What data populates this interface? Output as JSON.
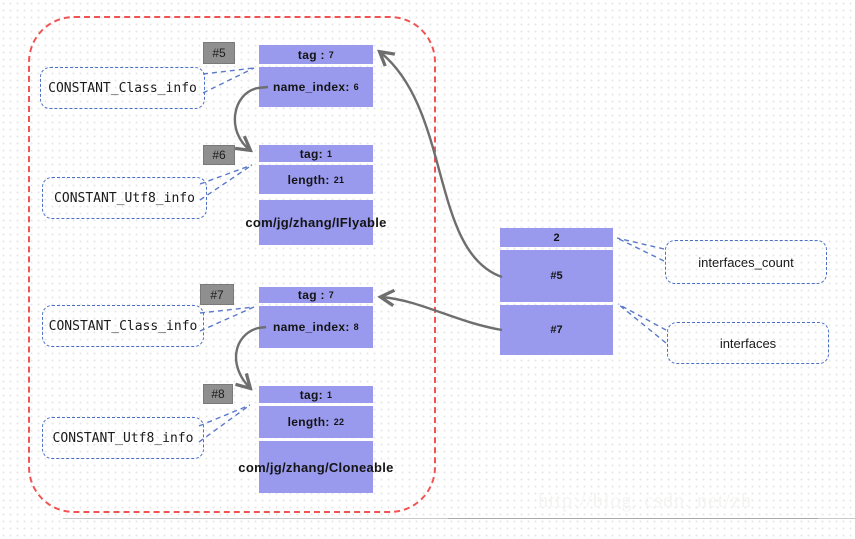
{
  "colors": {
    "box_fill": "#9999ee",
    "badge_bg": "#8f8f8f",
    "callout_border": "#4a6fc4",
    "frame_border": "#f15353",
    "arrow": "#6e6e6e",
    "leader": "#5b79c9"
  },
  "entries": [
    {
      "badge": "#5",
      "callout": "CONSTANT_Class_info",
      "rows": [
        {
          "t": "tag :",
          "v": "7"
        },
        {
          "t": "name_index:",
          "v": "6"
        }
      ]
    },
    {
      "badge": "#6",
      "callout": "CONSTANT_Utf8_info",
      "rows": [
        {
          "t": "tag:",
          "v": "1"
        },
        {
          "t": "length:",
          "v": "21"
        },
        {
          "t": "",
          "v": "com/jg/zhang/IFlyable"
        }
      ]
    },
    {
      "badge": "#7",
      "callout": "CONSTANT_Class_info",
      "rows": [
        {
          "t": "tag :",
          "v": "7"
        },
        {
          "t": "name_index:",
          "v": "8"
        }
      ]
    },
    {
      "badge": "#8",
      "callout": "CONSTANT_Utf8_info",
      "rows": [
        {
          "t": "tag:",
          "v": "1"
        },
        {
          "t": "length:",
          "v": "22"
        },
        {
          "t": "",
          "v": "com/jg/zhang/Cloneable"
        }
      ]
    }
  ],
  "interfaces_table": {
    "count": "2",
    "refs": [
      "#5",
      "#7"
    ]
  },
  "right_callouts": [
    {
      "label": "interfaces_count"
    },
    {
      "label": "interfaces"
    }
  ],
  "watermark": "http://blog. csdn. net/zh"
}
